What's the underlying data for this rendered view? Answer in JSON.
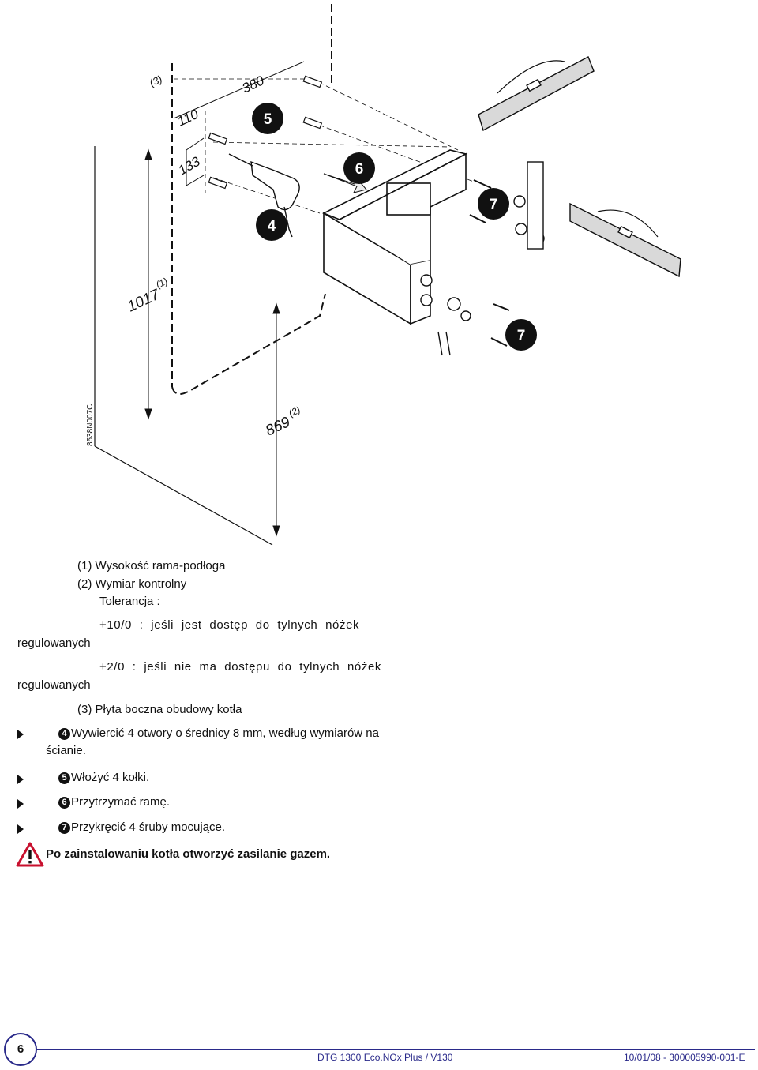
{
  "figure": {
    "code": "8538N007C",
    "dim_380": "380",
    "dim_110": "110",
    "dim_133": "133",
    "dim_1017": "1017",
    "sup_1": "(1)",
    "dim_869": "869",
    "sup_2": "(2)",
    "label_3": "(3)",
    "step_4": "4",
    "step_5": "5",
    "step_6": "6",
    "step_7a": "7",
    "step_7b": "7"
  },
  "notes": {
    "n1": "(1)  Wysokość rama-podłoga",
    "n2": "(2)  Wymiar kontrolny",
    "tolerance": "Tolerancja :",
    "tol1": "+10/0 : jeśli jest dostęp do tylnych nóżek",
    "tol1_cont": "regulowanych",
    "tol2": "+2/0 : jeśli nie ma dostępu do tylnych nóżek",
    "tol2_cont": "regulowanych",
    "n3": "(3) Płyta boczna obudowy kotła"
  },
  "steps": [
    {
      "num": "4",
      "text": "Wywiercić 4 otwory o średnicy 8 mm, według wymiarów na",
      "cont": "ścianie."
    },
    {
      "num": "5",
      "text": "Włożyć 4 kołki."
    },
    {
      "num": "6",
      "text": "Przytrzymać ramę."
    },
    {
      "num": "7",
      "text": "Przykręcić 4 śruby mocujące."
    }
  ],
  "warning": "Po zainstalowaniu kotła otworzyć zasilanie gazem.",
  "footer": {
    "page": "6",
    "product": "DTG 1300 Eco.NOx Plus / V130",
    "ref": "10/01/08 - 300005990-001-E"
  }
}
